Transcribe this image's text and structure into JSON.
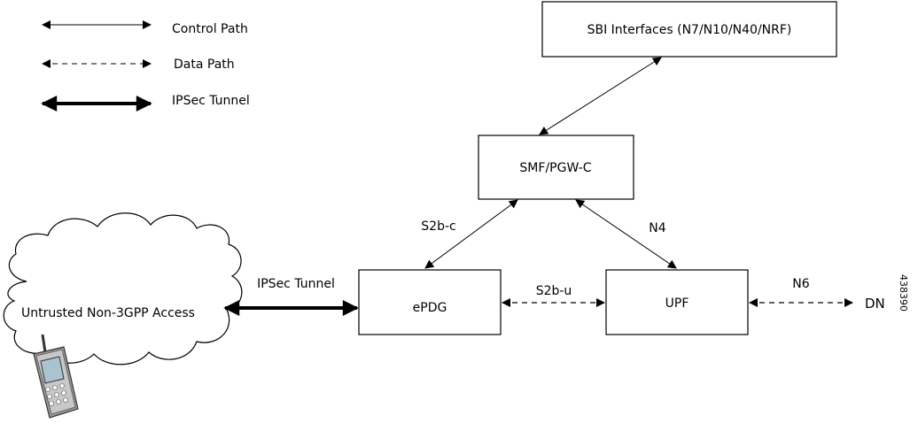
{
  "legend": {
    "control_path": "Control Path",
    "data_path": "Data Path",
    "ipsec_tunnel": "IPSec Tunnel"
  },
  "nodes": {
    "sbi": "SBI Interfaces (N7/N10/N40/NRF)",
    "smf": "SMF/PGW-C",
    "epdg": "ePDG",
    "upf": "UPF",
    "access": "Untrusted Non-3GPP Access",
    "dn": "DN"
  },
  "links": {
    "ipsec": "IPSec Tunnel",
    "s2bc": "S2b-c",
    "s2bu": "S2b-u",
    "n4": "N4",
    "n6": "N6"
  },
  "figure_id": "438390"
}
